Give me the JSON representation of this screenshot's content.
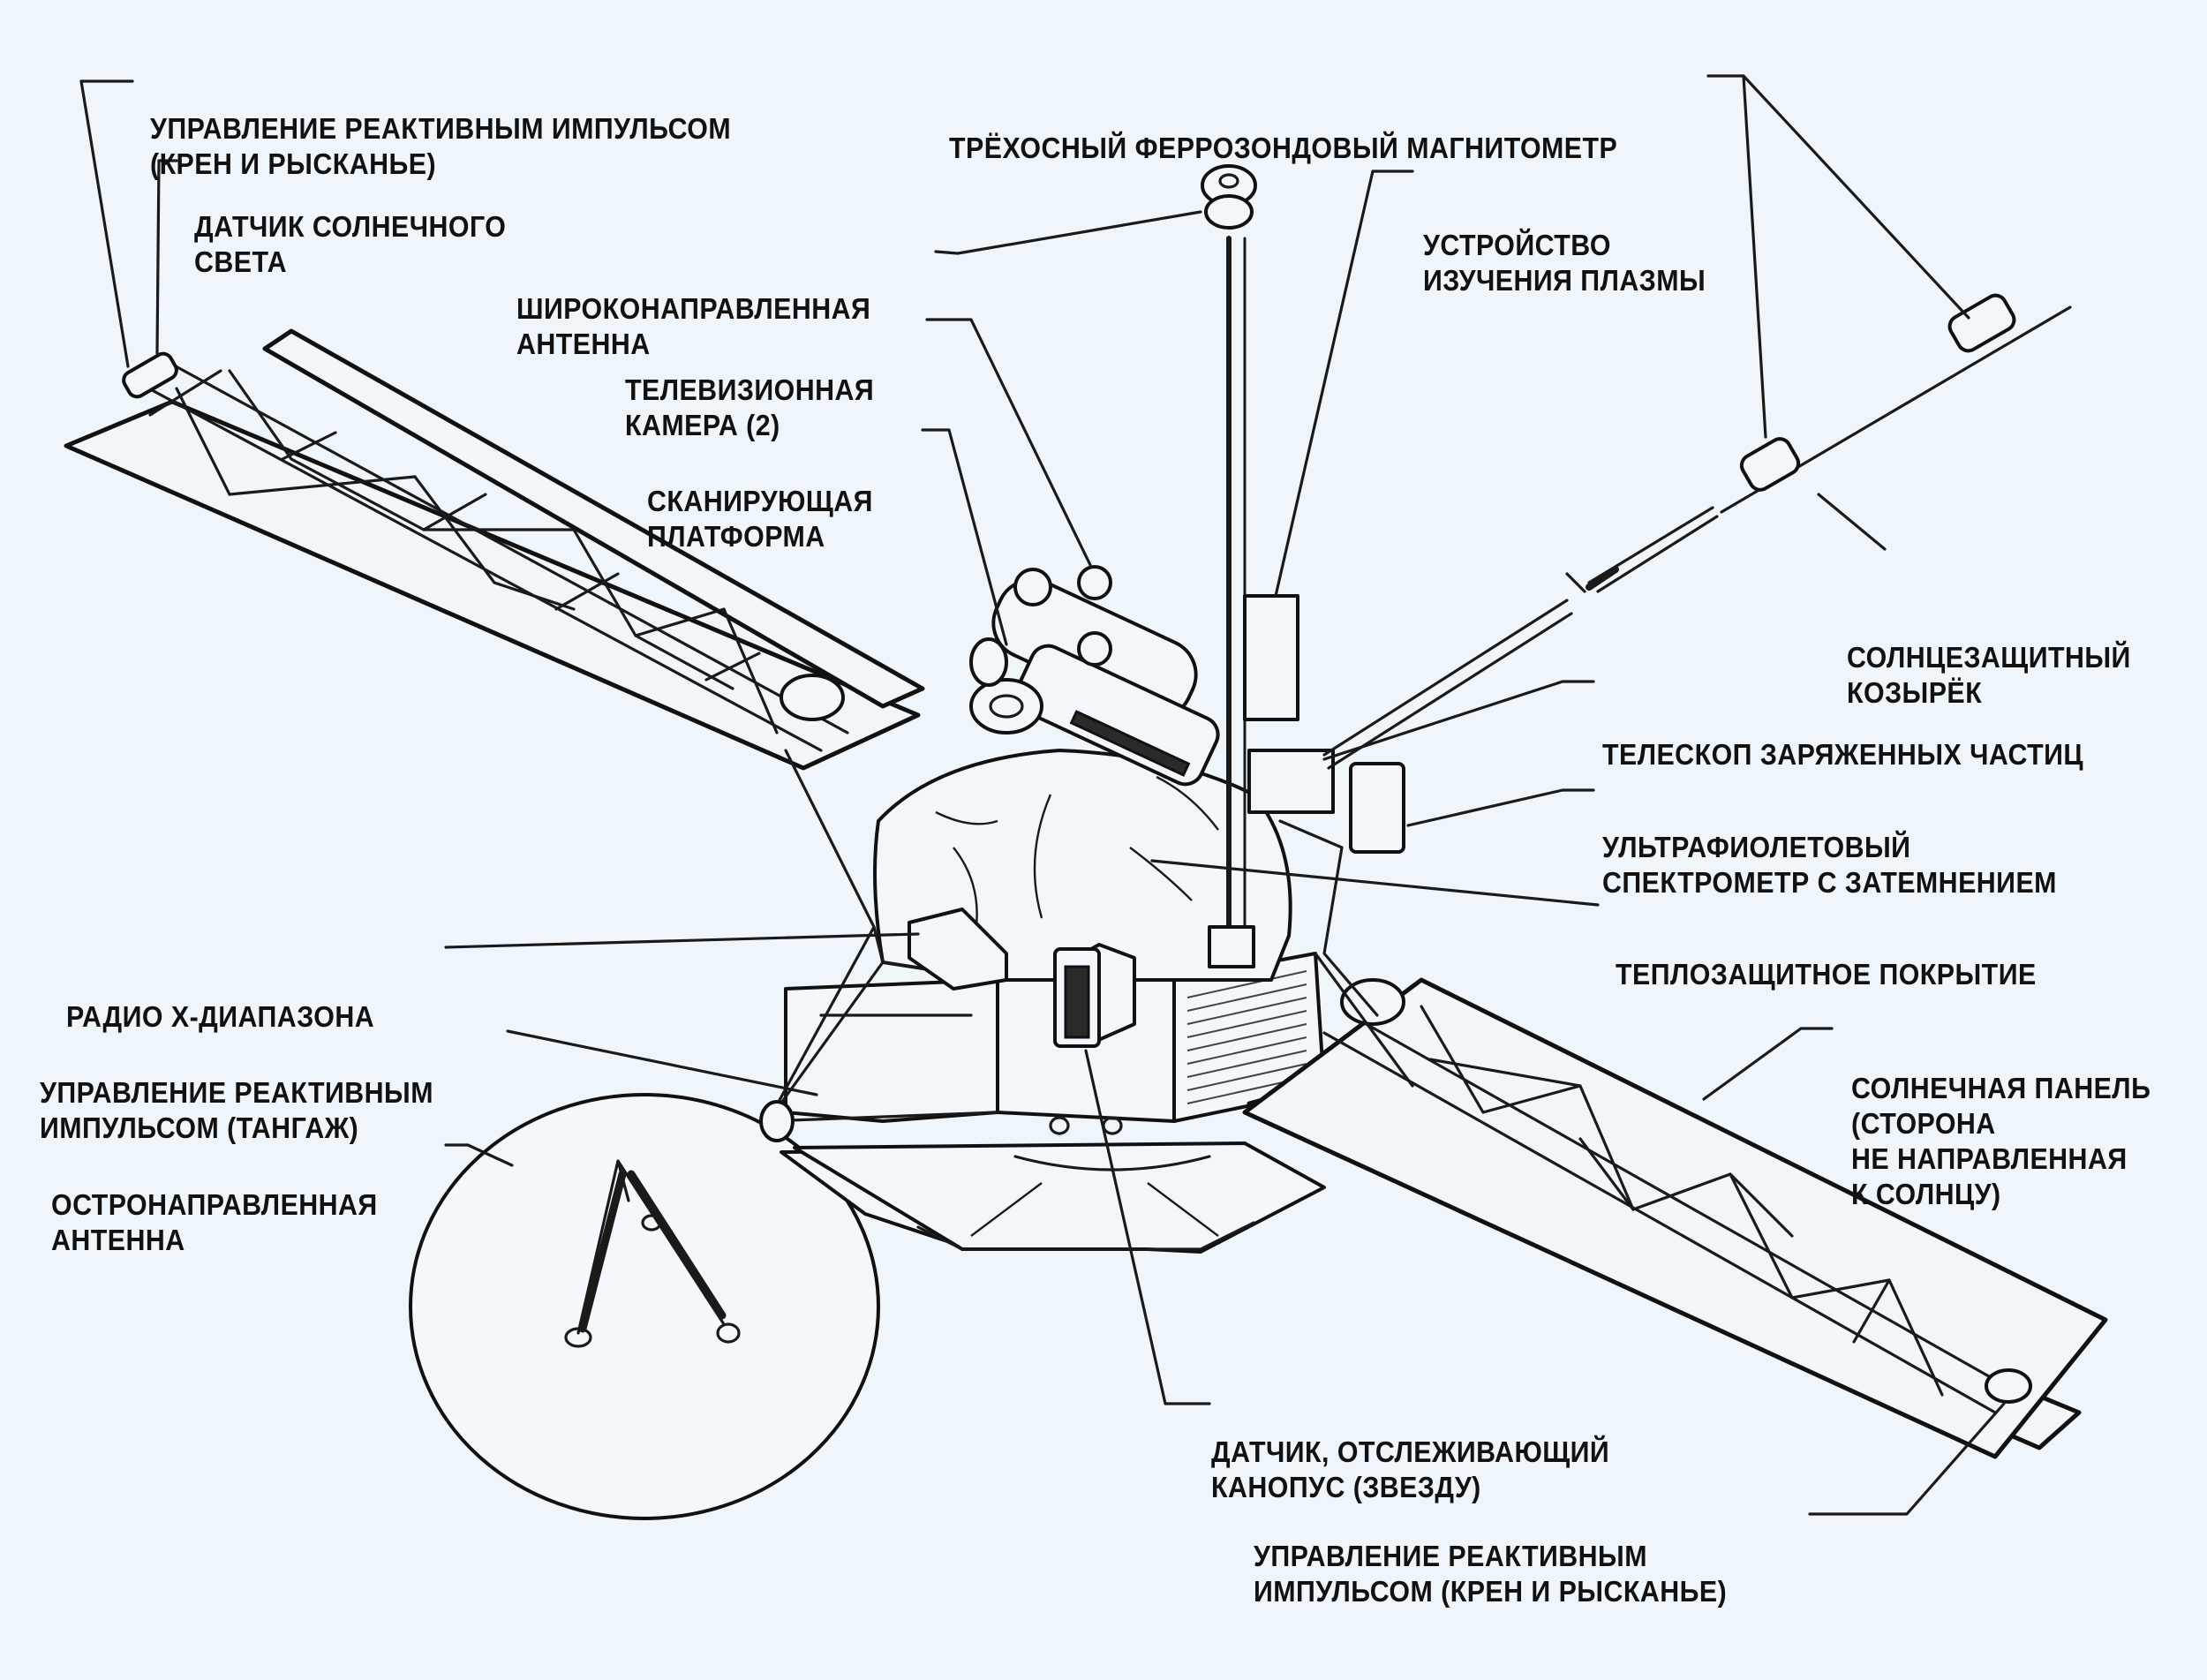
{
  "diagram": {
    "title": "Mariner spacecraft component diagram",
    "background_color": "#eef5fb",
    "line_color": "#1a1a1a",
    "labels": [
      {
        "id": "jet-control-top",
        "lines": [
          "УПРАВЛЕНИЕ РЕАКТИВНЫМ ИМПУЛЬСОМ",
          "(КРЕН И РЫСКАНЬЕ)"
        ]
      },
      {
        "id": "sun-sensor",
        "lines": [
          "ДАТЧИК СОЛНЕЧНОГО",
          "СВЕТА"
        ]
      },
      {
        "id": "magnetometer",
        "lines": [
          "ТРЁХОСНЫЙ ФЕРРОЗОНДОВЫЙ МАГНИТОМЕТР"
        ]
      },
      {
        "id": "low-gain-antenna",
        "lines": [
          "ШИРОКОНАПРАВЛЕННАЯ",
          "АНТЕННА"
        ]
      },
      {
        "id": "plasma-probe",
        "lines": [
          "УСТРОЙСТВО",
          "ИЗУЧЕНИЯ ПЛАЗМЫ"
        ]
      },
      {
        "id": "tv-camera",
        "lines": [
          "ТЕЛЕВИЗИОННАЯ",
          "КАМЕРА (2)"
        ]
      },
      {
        "id": "scan-platform",
        "lines": [
          "СКАНИРУЮЩАЯ",
          "ПЛАТФОРМА"
        ]
      },
      {
        "id": "sunshade",
        "lines": [
          "СОЛНЦЕЗАЩИТНЫЙ",
          "КОЗЫРЁК"
        ]
      },
      {
        "id": "particle-telescope",
        "lines": [
          "ТЕЛЕСКОП ЗАРЯЖЕННЫХ ЧАСТИЦ"
        ]
      },
      {
        "id": "uv-spectrometer",
        "lines": [
          "УЛЬТРАФИОЛЕТОВЫЙ",
          "СПЕКТРОМЕТР С ЗАТЕМНЕНИЕМ"
        ]
      },
      {
        "id": "thermal-shield",
        "lines": [
          "ТЕПЛОЗАЩИТНОЕ ПОКРЫТИЕ"
        ]
      },
      {
        "id": "x-band-radio",
        "lines": [
          "РАДИО X-ДИАПАЗОНА"
        ]
      },
      {
        "id": "jet-control-pitch",
        "lines": [
          "УПРАВЛЕНИЕ РЕАКТИВНЫМ",
          "ИМПУЛЬСОМ (ТАНГАЖ)"
        ]
      },
      {
        "id": "high-gain-antenna",
        "lines": [
          "ОСТРОНАПРАВЛЕННАЯ",
          "АНТЕННА"
        ]
      },
      {
        "id": "solar-panel",
        "lines": [
          "СОЛНЕЧНАЯ ПАНЕЛЬ",
          "(СТОРОНА",
          "НЕ НАПРАВЛЕННАЯ",
          "К СОЛНЦУ)"
        ]
      },
      {
        "id": "canopus-sensor",
        "lines": [
          "ДАТЧИК, ОТСЛЕЖИВАЮЩИЙ",
          "КАНОПУС (ЗВЕЗДУ)"
        ]
      },
      {
        "id": "jet-control-bottom",
        "lines": [
          "УПРАВЛЕНИЕ РЕАКТИВНЫМ",
          "ИМПУЛЬСОМ (КРЕН И РЫСКАНЬЕ)"
        ]
      }
    ]
  }
}
